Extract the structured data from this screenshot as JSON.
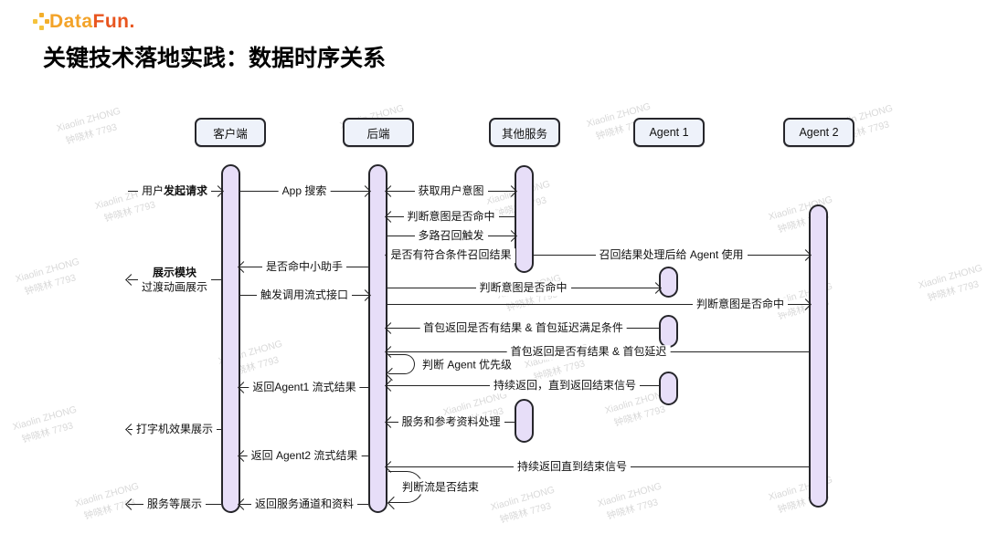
{
  "brand": {
    "part1": "Data",
    "part2": "Fun."
  },
  "title": "关键技术落地实践：数据时序关系",
  "watermark": {
    "line1": "Xiaolin ZHONG",
    "line2": "钟晓林 7793"
  },
  "colors": {
    "activation_fill": "#e7def8",
    "stroke": "#26262b",
    "actor_fill": "#eef2fa",
    "logo_gold": "#F3B229",
    "logo_orange": "#EF8E26",
    "logo_red": "#E84C25"
  },
  "actors": [
    {
      "label": "客户端"
    },
    {
      "label": "后端"
    },
    {
      "label": "其他服务"
    },
    {
      "label": "Agent 1"
    },
    {
      "label": "Agent 2"
    }
  ],
  "messages": {
    "user_request_prefix": "用户",
    "user_request_bold": "发起请求",
    "app_search": "App 搜索",
    "get_user_intent": "获取用户意图",
    "judge_intent_hit_other": "判断意图是否命中",
    "multi_recall_trigger": "多路召回触发",
    "recall_result_check": "是否有符合条件召回结果",
    "recall_to_agent": "召回结果处理后给 Agent 使用",
    "hit_assistant": "是否命中小助手",
    "display_module_line1": "展示模块",
    "display_module_line2": "过渡动画展示",
    "judge_intent_hit_agent1": "判断意图是否命中",
    "trigger_stream_api": "触发调用流式接口",
    "judge_intent_hit_agent2": "判断意图是否命中",
    "first_packet_agent1": "首包返回是否有结果 & 首包延迟满足条件",
    "first_packet_agent2": "首包返回是否有结果 & 首包延迟",
    "judge_agent_priority": "判断 Agent 优先级",
    "continuous_return_agent1": "持续返回，直到返回结束信号",
    "return_agent1_stream": "返回Agent1 流式结果",
    "typewriter_display": "打字机效果展示",
    "service_reference_processing": "服务和参考资料处理",
    "return_agent2_stream": "返回 Agent2 流式结果",
    "continuous_return_agent2": "持续返回直到结束信号",
    "judge_stream_end": "判断流是否结束",
    "return_service_channel": "返回服务通道和资料",
    "service_display": "服务等展示"
  }
}
